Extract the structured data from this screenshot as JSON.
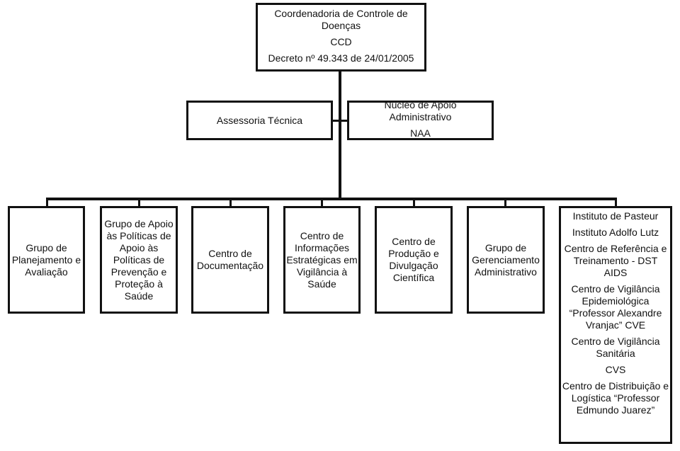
{
  "top": {
    "lines": [
      "Coordenadoria de Controle de",
      "Doenças",
      "CCD",
      "Decreto nº  49.343 de 24/01/2005"
    ]
  },
  "advisory": {
    "label": "Assessoria Técnica"
  },
  "naa": {
    "lines": [
      "Núcleo de Apoio",
      "Administrativo",
      "NAA"
    ]
  },
  "units": [
    {
      "lines": [
        "Grupo de",
        "Planejamento e",
        "Avaliação"
      ]
    },
    {
      "lines": [
        "Grupo de Apoio",
        "às Políticas de",
        "Apoio às",
        "Políticas de",
        "Prevenção e",
        "Proteção à",
        "Saúde"
      ]
    },
    {
      "lines": [
        "Centro de",
        "Documentação"
      ]
    },
    {
      "lines": [
        "Centro de",
        "Informações",
        "Estratégicas em",
        "Vigilância à",
        "Saúde"
      ]
    },
    {
      "lines": [
        "Centro de",
        "Produção e",
        "Divulgação",
        "Científica"
      ]
    },
    {
      "lines": [
        "Grupo de",
        "Gerenciamento",
        "Administrativo"
      ]
    }
  ],
  "institutes": [
    {
      "lines": [
        "Instituto de Pasteur"
      ]
    },
    {
      "lines": [
        "Instituto Adolfo Lutz"
      ]
    },
    {
      "lines": [
        "Centro de Referência e",
        "Treinamento   - DST",
        "AIDS"
      ]
    },
    {
      "lines": [
        "Centro de Vigilância",
        "Epidemiológica",
        "“Professor Alexandre",
        "Vranjac” CVE"
      ]
    },
    {
      "lines": [
        "Centro de Vigilância",
        "Sanitária"
      ]
    },
    {
      "lines": [
        "CVS"
      ]
    },
    {
      "lines": [
        "Centro de Distribuição e",
        "Logística “Professor",
        "Edmundo Juarez”"
      ]
    }
  ]
}
